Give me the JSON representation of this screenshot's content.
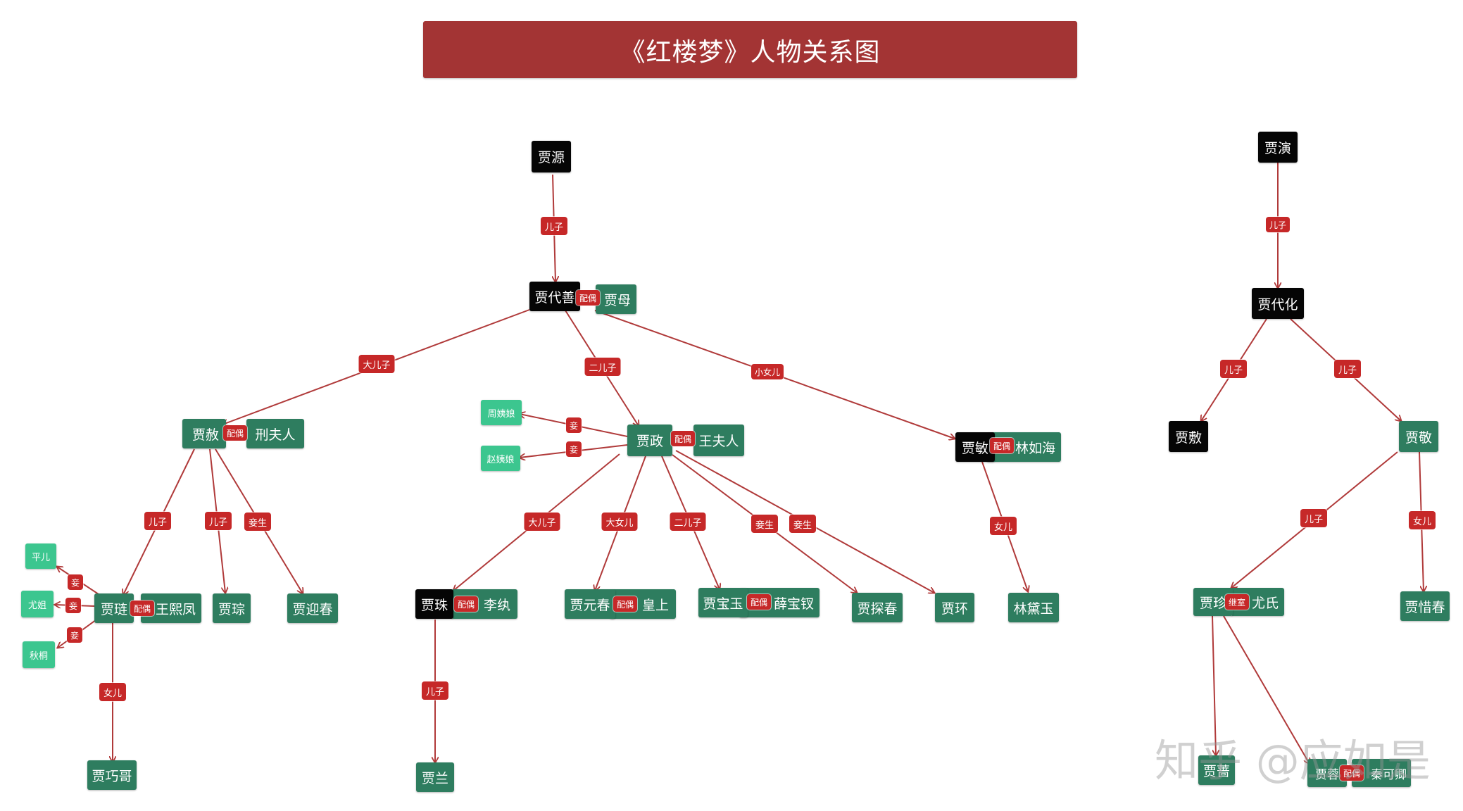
{
  "title": "《红楼梦》人物关系图",
  "watermark": "知乎 @应如是",
  "colors": {
    "title_bg": "#a33434",
    "ancestor_node": "#050505",
    "person_node": "#2e7d5f",
    "concubine_node": "#3cc68f",
    "relation_tag": "#c62828",
    "edge": "#b03a3a"
  },
  "nodes": {
    "jia_yuan": "贾源",
    "jia_daishan": "贾代善",
    "jia_mu": "贾母",
    "jia_she": "贾赦",
    "xing_furen": "刑夫人",
    "jia_zheng": "贾政",
    "wang_furen": "王夫人",
    "jia_min": "贾敏",
    "lin_ruhai": "林如海",
    "zhou_yiniang": "周姨娘",
    "zhao_yiniang": "赵姨娘",
    "ping_er": "平儿",
    "you_er_jie": "尤姐",
    "qiu_tong": "秋桐",
    "jia_lian": "贾琏",
    "wang_xifeng": "王熙凤",
    "jia_cong": "贾琮",
    "jia_yingchun": "贾迎春",
    "jia_qiaoge": "贾巧哥",
    "jia_zhu": "贾珠",
    "li_wan": "李纨",
    "jia_lan": "贾兰",
    "jia_yuanchun": "贾元春",
    "huang_shang": "皇上",
    "jia_baoyu": "贾宝玉",
    "xue_baochai": "薛宝钗",
    "jia_tanchun": "贾探春",
    "jia_huan": "贾环",
    "lin_daiyu": "林黛玉",
    "jia_yan": "贾演",
    "jia_daihua": "贾代化",
    "jia_fu": "贾敷",
    "jia_jing": "贾敬",
    "jia_zhen": "贾珍",
    "you_shi": "尤氏",
    "jia_xichun": "贾惜春",
    "jia_huang": "贾蔷",
    "jia_rong": "贾蓉",
    "qin_keqing": "秦可卿"
  },
  "relations": {
    "son": "儿子",
    "spouse": "配偶",
    "eldest_son": "大儿子",
    "second_son": "二儿子",
    "youngest_daughter": "小女儿",
    "concubine": "妾",
    "concubine_born": "妾生",
    "eldest_daughter": "大女儿",
    "daughter": "女儿",
    "second_wife": "继室"
  }
}
